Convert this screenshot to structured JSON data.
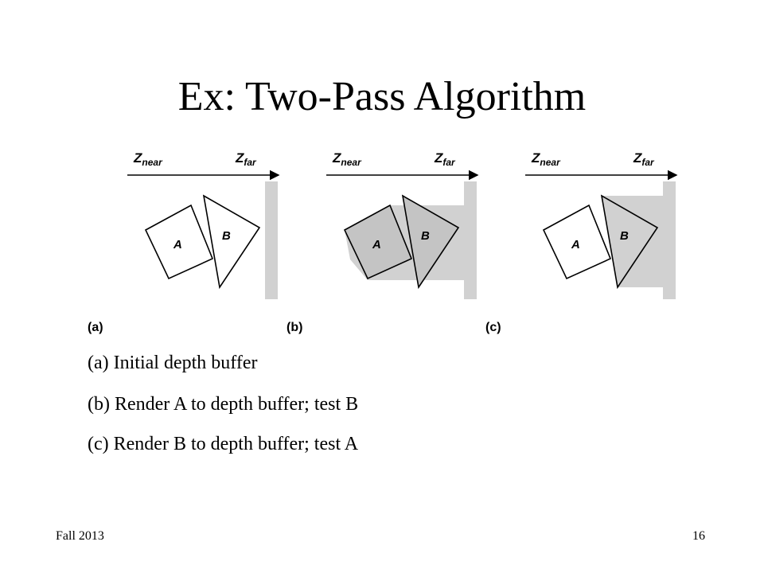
{
  "slide": {
    "title": "Ex: Two-Pass Algorithm",
    "footer_left": "Fall 2013",
    "footer_right": "16"
  },
  "figure": {
    "axis": {
      "near": "Z",
      "near_sub": "near",
      "far": "Z",
      "far_sub": "far"
    },
    "shape_a_label": "A",
    "shape_b_label": "B",
    "panels": [
      {
        "label": "(a)"
      },
      {
        "label": "(b)"
      },
      {
        "label": "(c)"
      }
    ]
  },
  "captions": [
    "(a) Initial depth buffer",
    "(b) Render A to depth buffer; test B",
    "(c) Render B to depth buffer; test A"
  ],
  "colors": {
    "depth_buffer": "#d1d1d1",
    "stroke": "#000000"
  }
}
